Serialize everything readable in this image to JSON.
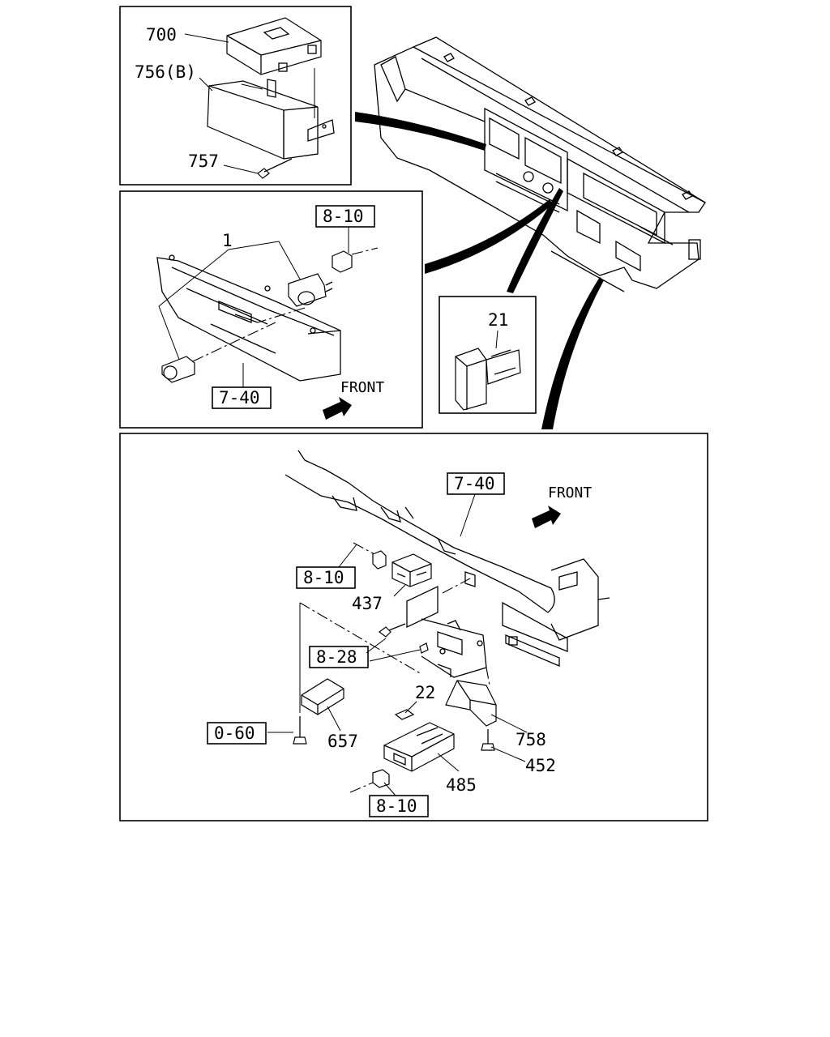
{
  "panel_top": {
    "labels": {
      "p700": "700",
      "p756": "756(B)",
      "p757": "757"
    }
  },
  "panel_middle": {
    "labels": {
      "p1": "1",
      "ref_8_10": "8-10",
      "ref_7_40": "7-40",
      "front": "FRONT"
    }
  },
  "panel_small": {
    "labels": {
      "p21": "21"
    }
  },
  "panel_bottom": {
    "labels": {
      "ref_7_40": "7-40",
      "front": "FRONT",
      "ref_8_10_a": "8-10",
      "p437": "437",
      "ref_8_28": "8-28",
      "p22": "22",
      "ref_0_60": "0-60",
      "p657": "657",
      "p758": "758",
      "p452": "452",
      "p485": "485",
      "ref_8_10_b": "8-10"
    }
  },
  "icons": {
    "front_arrow": "front-arrow-icon"
  }
}
